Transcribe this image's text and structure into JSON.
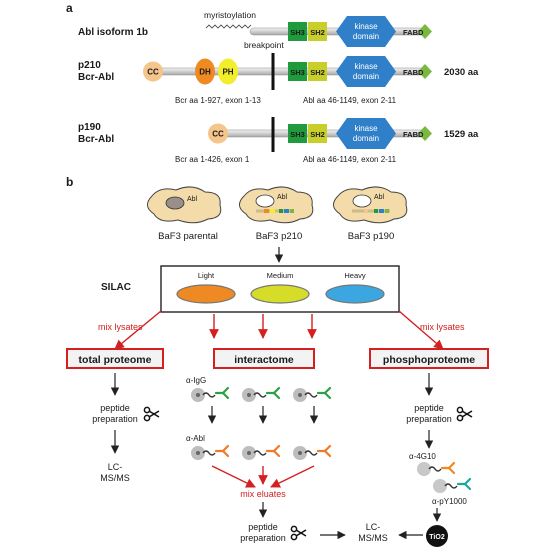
{
  "panel_a": {
    "label": "a",
    "abl": {
      "name": "Abl isoform 1b",
      "myr": "myristoylation",
      "sh3": "SH3",
      "sh2": "SH2",
      "kinase1": "kinase",
      "kinase2": "domain",
      "fabd": "FABD"
    },
    "p210": {
      "name1": "p210",
      "name2": "Bcr-Abl",
      "cc": "CC",
      "dh": "DH",
      "ph": "PH",
      "breakpoint": "breakpoint",
      "sh3": "SH3",
      "sh2": "SH2",
      "kinase1": "kinase",
      "kinase2": "domain",
      "fabd": "FABD",
      "length": "2030 aa",
      "bcr_range": "Bcr aa 1-927, exon 1-13",
      "abl_range": "Abl aa 46-1149, exon 2-11"
    },
    "p190": {
      "name1": "p190",
      "name2": "Bcr-Abl",
      "cc": "CC",
      "sh3": "SH3",
      "sh2": "SH2",
      "kinase1": "kinase",
      "kinase2": "domain",
      "fabd": "FABD",
      "length": "1529 aa",
      "bcr_range": "Bcr aa 1-426, exon 1",
      "abl_range": "Abl aa 46-1149, exon 2-11"
    }
  },
  "panel_b": {
    "label": "b",
    "cells": [
      {
        "name": "BaF3 parental",
        "nucleus": "Abl"
      },
      {
        "name": "BaF3 p210",
        "nucleus": "Abl"
      },
      {
        "name": "BaF3 p190",
        "nucleus": "Abl"
      }
    ],
    "silac": "SILAC",
    "dishes": [
      "Light",
      "Medium",
      "Heavy"
    ],
    "mix_lysates_left": "mix lysates",
    "mix_lysates_right": "mix lysates",
    "total": "total proteome",
    "interactome": "interactome",
    "phospho": "phosphoproteome",
    "anti_igg": "α-IgG",
    "anti_abl": "α-Abl",
    "peptide_left_1": "peptide",
    "peptide_left_2": "preparation",
    "lcms_left_1": "LC-",
    "lcms_left_2": "MS/MS",
    "mix_eluates": "mix eluates",
    "peptide_center_1": "peptide",
    "peptide_center_2": "preparation",
    "lcms_center_1": "LC-",
    "lcms_center_2": "MS/MS",
    "peptide_right_1": "peptide",
    "peptide_right_2": "preparation",
    "anti_4g10": "α-4G10",
    "anti_py1000": "α-pY1000",
    "tio2": "TiO2"
  },
  "colors": {
    "sh3": "#1f9a3c",
    "sh2": "#c9cf2a",
    "kinase": "#2f7fc9",
    "fabd": "#7bb841",
    "dh": "#ee8a21",
    "ph": "#f3ee2b",
    "cc": "#f6c58c",
    "cell": "#f3dcaa",
    "light": "#ee8a21",
    "medium": "#d6dd28",
    "heavy": "#3ba6e0",
    "red": "#d42020"
  }
}
